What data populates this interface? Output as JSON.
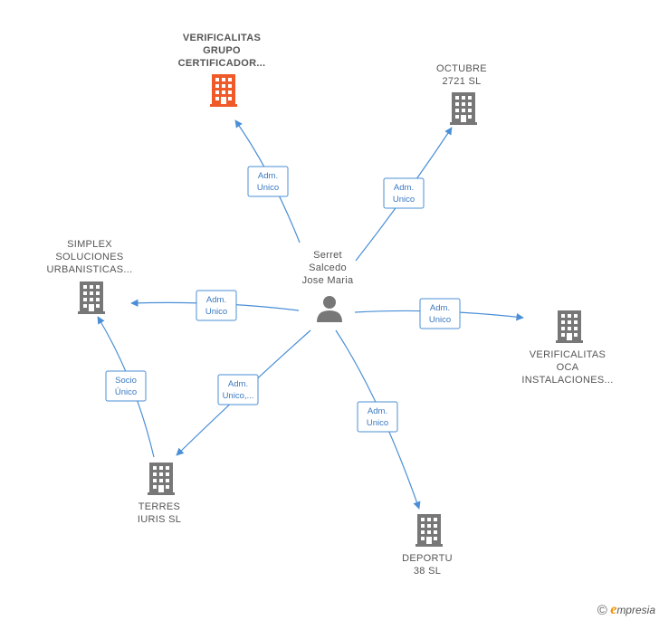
{
  "center": {
    "label": [
      "Serret",
      "Salcedo",
      "Jose Maria"
    ]
  },
  "nodes": [
    {
      "id": "verificalitas-grupo",
      "label": [
        "VERIFICALITAS",
        "GRUPO",
        "CERTIFICADOR..."
      ],
      "highlight": true,
      "color": "#f05a28"
    },
    {
      "id": "octubre",
      "label": [
        "OCTUBRE",
        "2721 SL"
      ],
      "highlight": false,
      "color": "#777777"
    },
    {
      "id": "simplex",
      "label": [
        "SIMPLEX",
        "SOLUCIONES",
        "URBANISTICAS..."
      ],
      "highlight": false,
      "color": "#777777"
    },
    {
      "id": "verificalitas-oca",
      "label": [
        "VERIFICALITAS",
        "OCA",
        "INSTALACIONES..."
      ],
      "highlight": false,
      "color": "#777777"
    },
    {
      "id": "terres",
      "label": [
        "TERRES",
        "IURIS  SL"
      ],
      "highlight": false,
      "color": "#777777"
    },
    {
      "id": "deportu",
      "label": [
        "DEPORTU",
        "38  SL"
      ],
      "highlight": false,
      "color": "#777777"
    }
  ],
  "edges": [
    {
      "from": "center",
      "to": "verificalitas-grupo",
      "label": [
        "Adm.",
        "Unico"
      ]
    },
    {
      "from": "center",
      "to": "octubre",
      "label": [
        "Adm.",
        "Unico"
      ]
    },
    {
      "from": "center",
      "to": "simplex",
      "label": [
        "Adm.",
        "Unico"
      ]
    },
    {
      "from": "center",
      "to": "verificalitas-oca",
      "label": [
        "Adm.",
        "Unico"
      ]
    },
    {
      "from": "center",
      "to": "terres",
      "label": [
        "Adm.",
        "Unico,..."
      ]
    },
    {
      "from": "center",
      "to": "deportu",
      "label": [
        "Adm.",
        "Unico"
      ]
    },
    {
      "from": "terres",
      "to": "simplex",
      "label": [
        "Socio",
        "Único"
      ]
    }
  ],
  "colors": {
    "edge": "#4a8fd6",
    "node": "#777777",
    "highlight": "#f05a28",
    "person": "#777777"
  },
  "footer": {
    "copyright_symbol": "©",
    "brand_initial": "e",
    "brand_rest": "mpresia"
  }
}
